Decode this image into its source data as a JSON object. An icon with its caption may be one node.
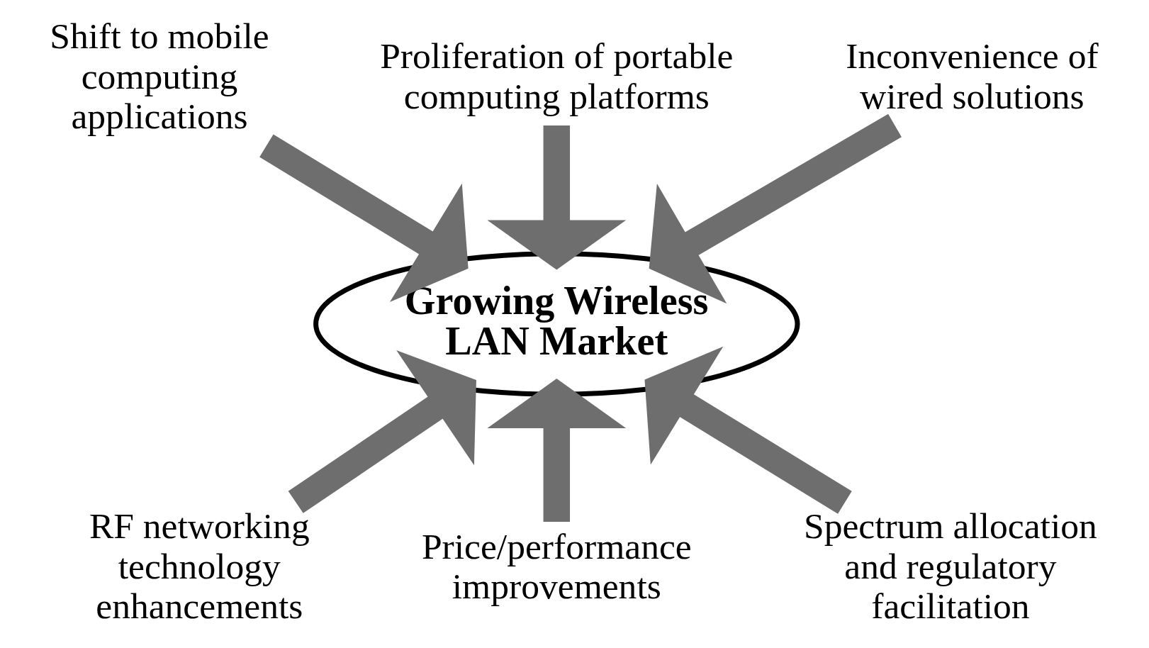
{
  "diagram": {
    "nodes": [
      {
        "text": [
          "Proliferation of portable computing platforms"
        ]
      },
      {
        "text": [
          "Shift to mobile computing applications"
        ]
      },
      {
        "text": [
          "Inconvenience of wired solutions"
        ]
      },
      {
        "text": [
          "Growing Wireless LAN Market"
        ]
      },
      {
        "text": [
          "RF networking technology enhancements"
        ]
      },
      {
        "text": [
          "Spectrum allocation and regulatory facilitation"
        ]
      },
      {
        "text": [
          "Price/performance improvements"
        ]
      }
    ],
    "edges": [
      {
        "from": 0,
        "to": 3,
        "arrow": "to"
      },
      {
        "from": 1,
        "to": 3,
        "arrow": "to"
      },
      {
        "from": 2,
        "to": 3,
        "arrow": "to"
      },
      {
        "from": 4,
        "to": 3,
        "arrow": "to"
      },
      {
        "from": 5,
        "to": 3,
        "arrow": "to"
      },
      {
        "from": 6,
        "to": 3,
        "arrow": "to"
      }
    ]
  }
}
